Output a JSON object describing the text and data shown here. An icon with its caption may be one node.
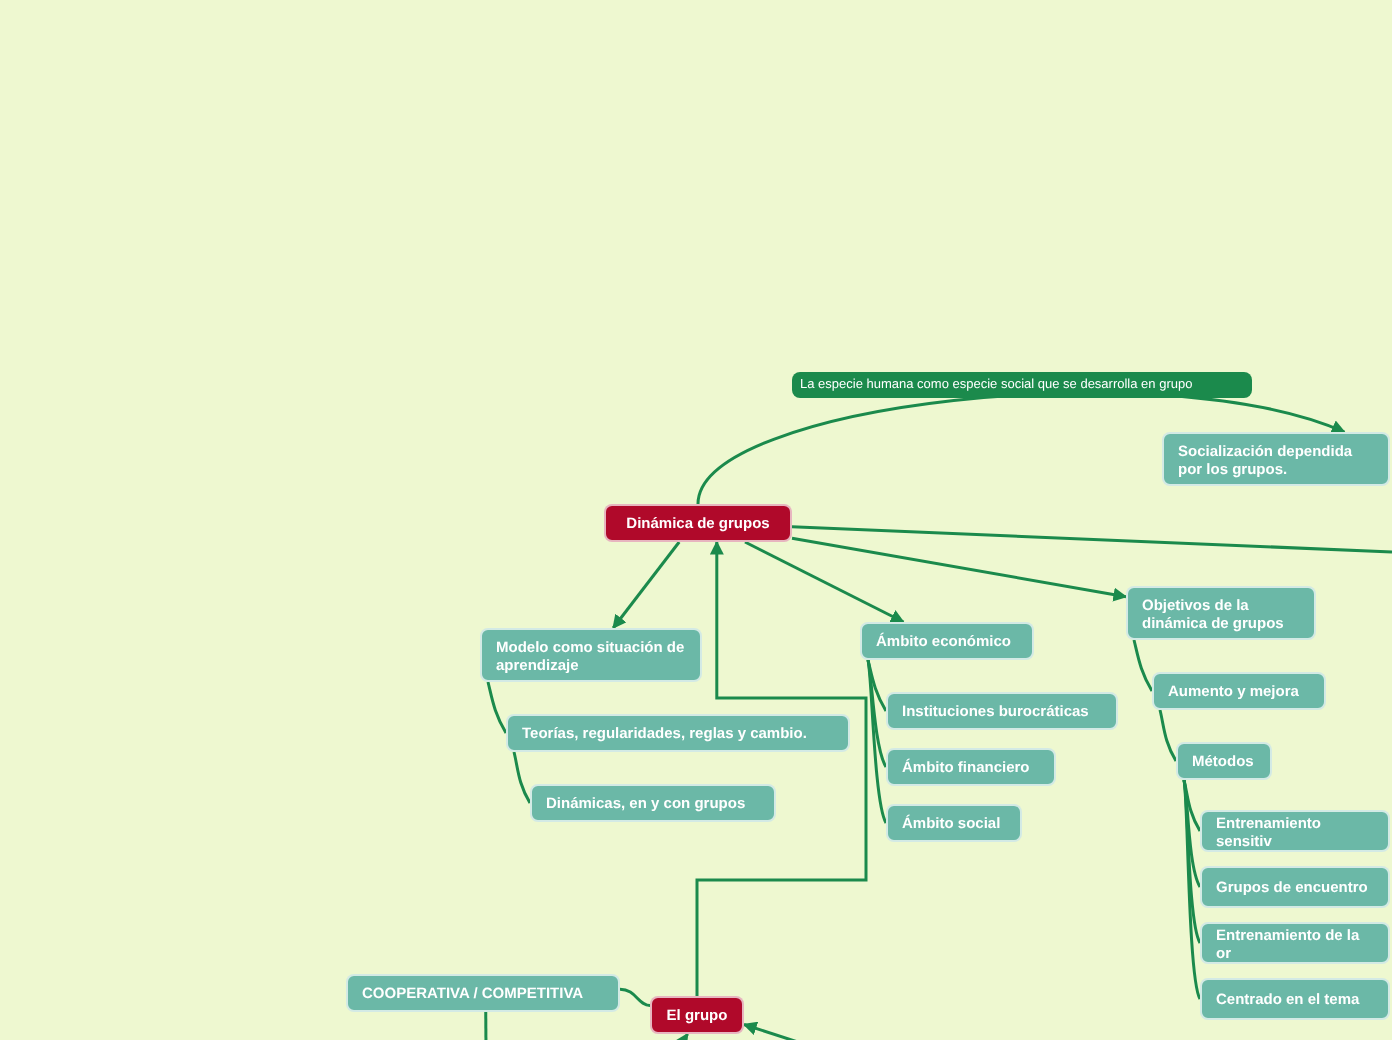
{
  "diagram": {
    "nodes": [
      {
        "text": [
          "Dinámica de grupos"
        ]
      },
      {
        "text": [
          "Socialización dependida por los grupos."
        ]
      },
      {
        "text": [
          "Modelo como situación de aprendizaje"
        ]
      },
      {
        "text": [
          "Teorías, regularidades, reglas y cambio."
        ]
      },
      {
        "text": [
          "Dinámicas, en y con grupos"
        ]
      },
      {
        "text": [
          "Ámbito económico"
        ]
      },
      {
        "text": [
          "Instituciones burocráticas"
        ]
      },
      {
        "text": [
          "Ámbito financiero"
        ]
      },
      {
        "text": [
          "Ámbito social"
        ]
      },
      {
        "text": [
          "Objetivos de la dinámica de grupos"
        ]
      },
      {
        "text": [
          "Aumento y mejora"
        ]
      },
      {
        "text": [
          "Métodos"
        ]
      },
      {
        "text": [
          "Entrenamiento sensitiv"
        ]
      },
      {
        "text": [
          "Grupos de encuentro"
        ]
      },
      {
        "text": [
          "Entrenamiento de la or"
        ]
      },
      {
        "text": [
          "Centrado en el tema"
        ]
      },
      {
        "text": [
          "COOPERATIVA / COMPETITIVA"
        ]
      },
      {
        "text": [
          "El grupo"
        ]
      }
    ],
    "edges": [
      {
        "from": 0,
        "to": 1,
        "arrow": "to",
        "label": "La especie humana como especie social que se desarrolla en grupo"
      },
      {
        "from": 0,
        "to": 2,
        "arrow": "to"
      },
      {
        "from": 17,
        "to": 0,
        "arrow": "to"
      },
      {
        "from": 0,
        "to": 5,
        "arrow": "to"
      },
      {
        "from": 0,
        "to": 9,
        "arrow": "to"
      },
      {
        "from": 0,
        "to": null,
        "arrow": "none"
      },
      {
        "from": 2,
        "to": 3,
        "arrow": "none"
      },
      {
        "from": 3,
        "to": 4,
        "arrow": "none"
      },
      {
        "from": 5,
        "to": 6,
        "arrow": "none"
      },
      {
        "from": 5,
        "to": 7,
        "arrow": "none"
      },
      {
        "from": 5,
        "to": 8,
        "arrow": "none"
      },
      {
        "from": 9,
        "to": 10,
        "arrow": "none"
      },
      {
        "from": 10,
        "to": 11,
        "arrow": "none"
      },
      {
        "from": 11,
        "to": 12,
        "arrow": "none"
      },
      {
        "from": 11,
        "to": 13,
        "arrow": "none"
      },
      {
        "from": 11,
        "to": 14,
        "arrow": "none"
      },
      {
        "from": 11,
        "to": 15,
        "arrow": "none"
      },
      {
        "from": 16,
        "to": 17,
        "arrow": "none"
      },
      {
        "from": 16,
        "to": null,
        "arrow": "none"
      },
      {
        "from": null,
        "to": 17,
        "arrow": "to"
      },
      {
        "from": null,
        "to": 17,
        "arrow": "to"
      }
    ]
  }
}
